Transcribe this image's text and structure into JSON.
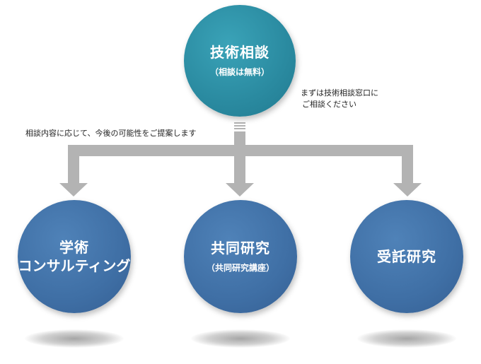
{
  "top_node": {
    "title": "技術相談",
    "subtitle": "（相談は無料）"
  },
  "notes": {
    "right_line1": "まずは技術相談窓口に",
    "right_line2": "ご相談ください",
    "left": "相談内容に応じて、今後の可能性をご提案します"
  },
  "nodes": [
    {
      "line1": "学術",
      "line2": "コンサルティング",
      "subtitle": ""
    },
    {
      "line1": "共同研究",
      "line2": "",
      "subtitle": "（共同研究講座）"
    },
    {
      "line1": "受託研究",
      "line2": "",
      "subtitle": ""
    }
  ],
  "colors": {
    "top_circle": "#2a8aa0",
    "bottom_circle": "#3f6fa5",
    "arrow": "#b3b3b3"
  }
}
